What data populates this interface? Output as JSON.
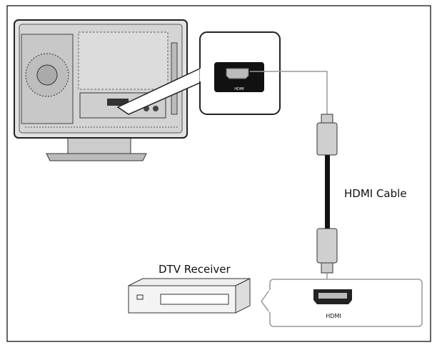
{
  "labels": {
    "cable": "HDMI Cable",
    "receiver": "DTV Receiver",
    "tv_port": "HDMI",
    "receiver_port": "HDMI"
  },
  "colors": {
    "outline": "#333333",
    "tv_body": "#d9d9d9",
    "cable": "#111111",
    "plug": "#cfcfcf"
  }
}
